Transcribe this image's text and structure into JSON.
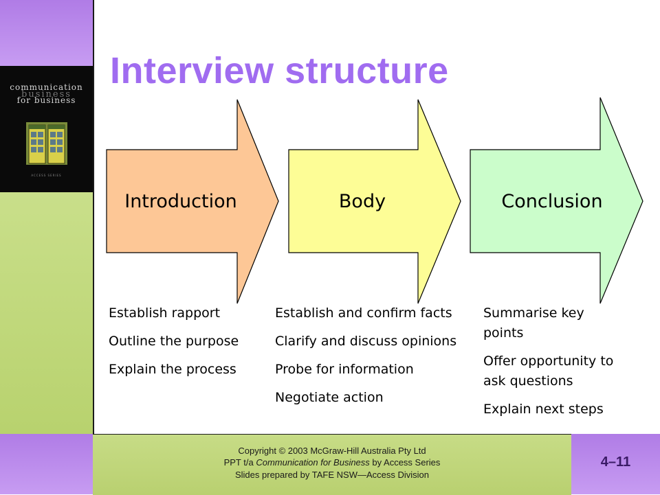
{
  "book": {
    "title_line_1": "communication",
    "title_line_2": "business",
    "title_line_3": "for business",
    "author": "ACCESS SERIES"
  },
  "slide": {
    "title": "Interview structure",
    "number": "4–11"
  },
  "stages": [
    {
      "label": "Introduction",
      "color": "#fdc796",
      "points": [
        "Establish rapport",
        "Outline the purpose",
        "Explain the process"
      ]
    },
    {
      "label": "Body",
      "color": "#fdfd96",
      "points": [
        "Establish and confirm facts",
        "Clarify and discuss opinions",
        "Probe for information",
        "Negotiate action"
      ]
    },
    {
      "label": "Conclusion",
      "color": "#cbfdcb",
      "points": [
        "Summarise key points",
        "Offer opportunity to ask questions",
        "Explain next steps"
      ]
    }
  ],
  "footer": {
    "line_1": "Copyright © 2003 McGraw-Hill Australia Pty Ltd",
    "line_2_prefix": "PPT t/a ",
    "line_2_italic": "Communication for Business",
    "line_2_suffix": " by Access Series",
    "line_3": "Slides prepared by TAFE NSW—Access Division"
  },
  "colors": {
    "title": "#a06cf0",
    "band_purple": "#c79cf2",
    "band_green": "#c9df8a"
  }
}
